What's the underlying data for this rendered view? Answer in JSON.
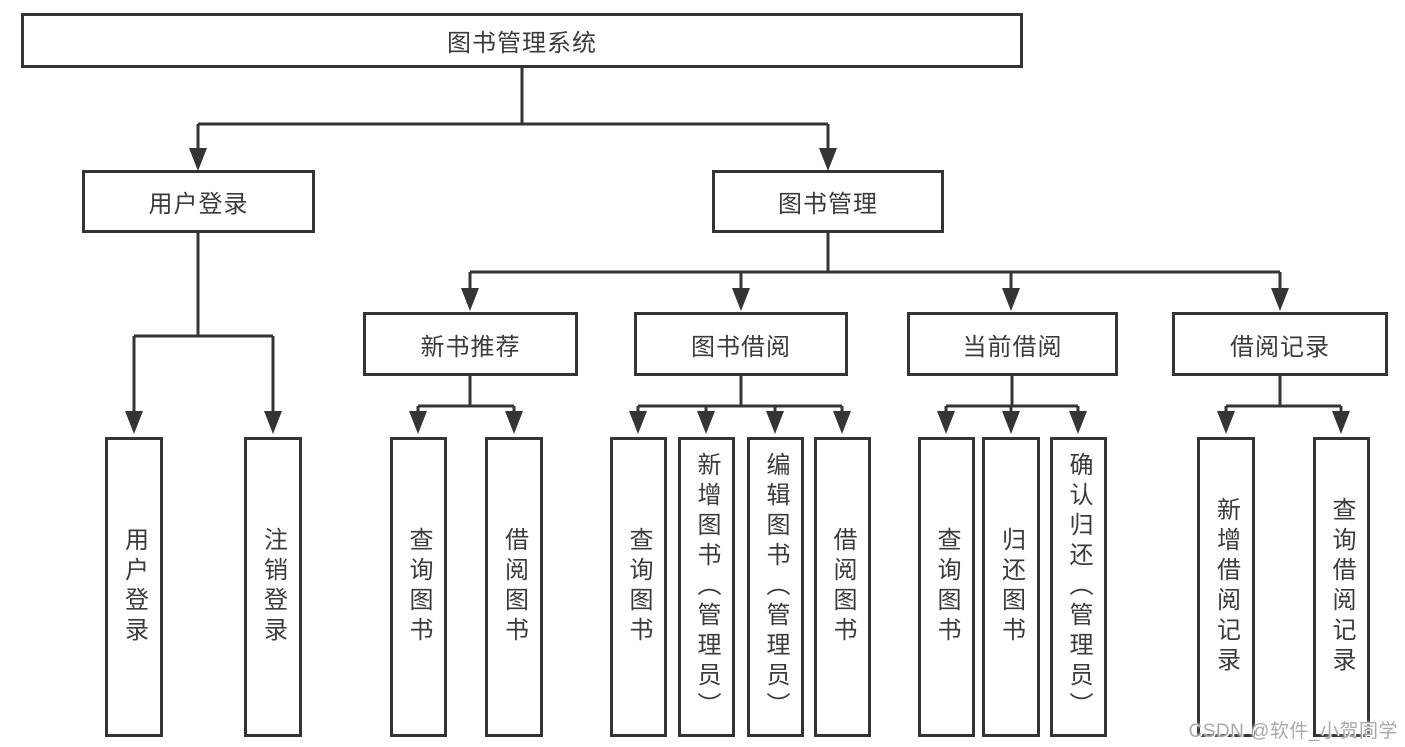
{
  "nodes": {
    "root": "图书管理系统",
    "user_login": "用户登录",
    "book_mgmt": "图书管理",
    "new_book": "新书推荐",
    "book_borrow": "图书借阅",
    "current_borrow": "当前借阅",
    "borrow_record": "借阅记录"
  },
  "leaves": {
    "user_login_leaf": "用户登录",
    "logout": "注销登录",
    "nb_query": "查询图书",
    "nb_borrow": "借阅图书",
    "bb_query": "查询图书",
    "bb_add": "新增图书（管理员）",
    "bb_edit": "编辑图书（管理员）",
    "bb_borrow": "借阅图书",
    "cb_query": "查询图书",
    "cb_return": "归还图书",
    "cb_confirm": "确认归还（管理员）",
    "br_add": "新增借阅记录",
    "br_query": "查询借阅记录"
  },
  "watermark": "CSDN @软件_小贺同学",
  "colors": {
    "line": "#343434",
    "text": "#3b3b3b",
    "watermark": "#a9a9a9",
    "background": "#ffffff"
  }
}
